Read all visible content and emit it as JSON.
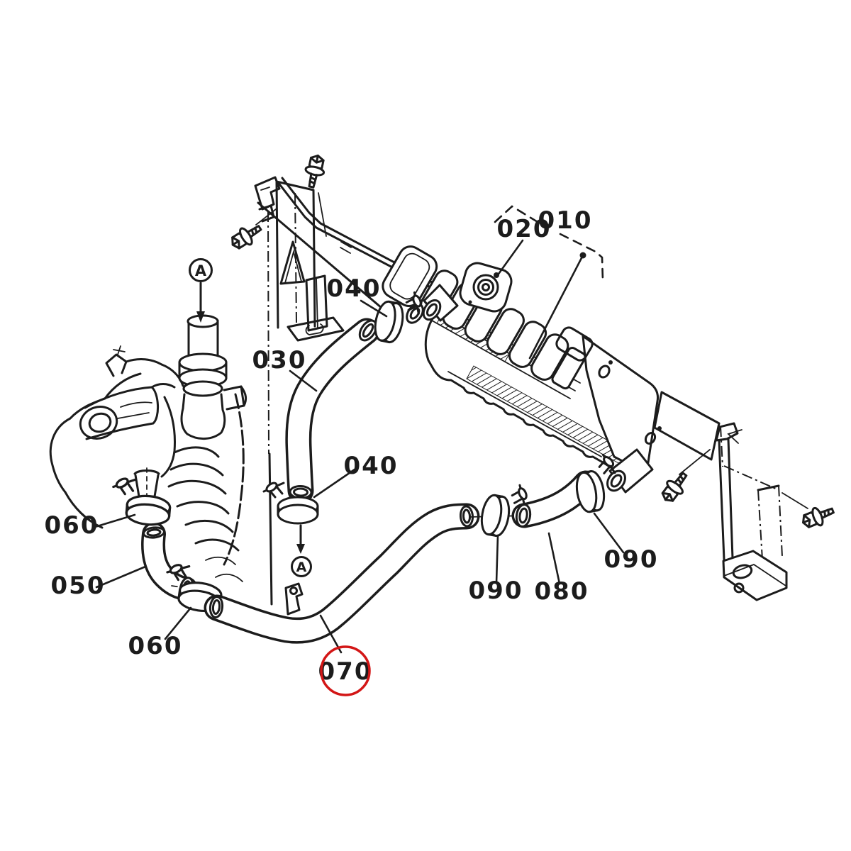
{
  "diagram": {
    "type": "exploded-parts-diagram",
    "subject": "radiator-and-hose-assembly",
    "background": "#ffffff",
    "ink_color": "#1c1c1c",
    "highlight_color": "#d31616",
    "highlighted_callout": "070",
    "callouts": {
      "c010": "010",
      "c020": "020",
      "c030": "030",
      "c040a": "040",
      "c040b": "040",
      "c050": "050",
      "c060a": "060",
      "c060b": "060",
      "c070": "070",
      "c080": "080",
      "c090a": "090",
      "c090b": "090"
    },
    "markers": {
      "a1": "A",
      "a2": "A"
    }
  }
}
